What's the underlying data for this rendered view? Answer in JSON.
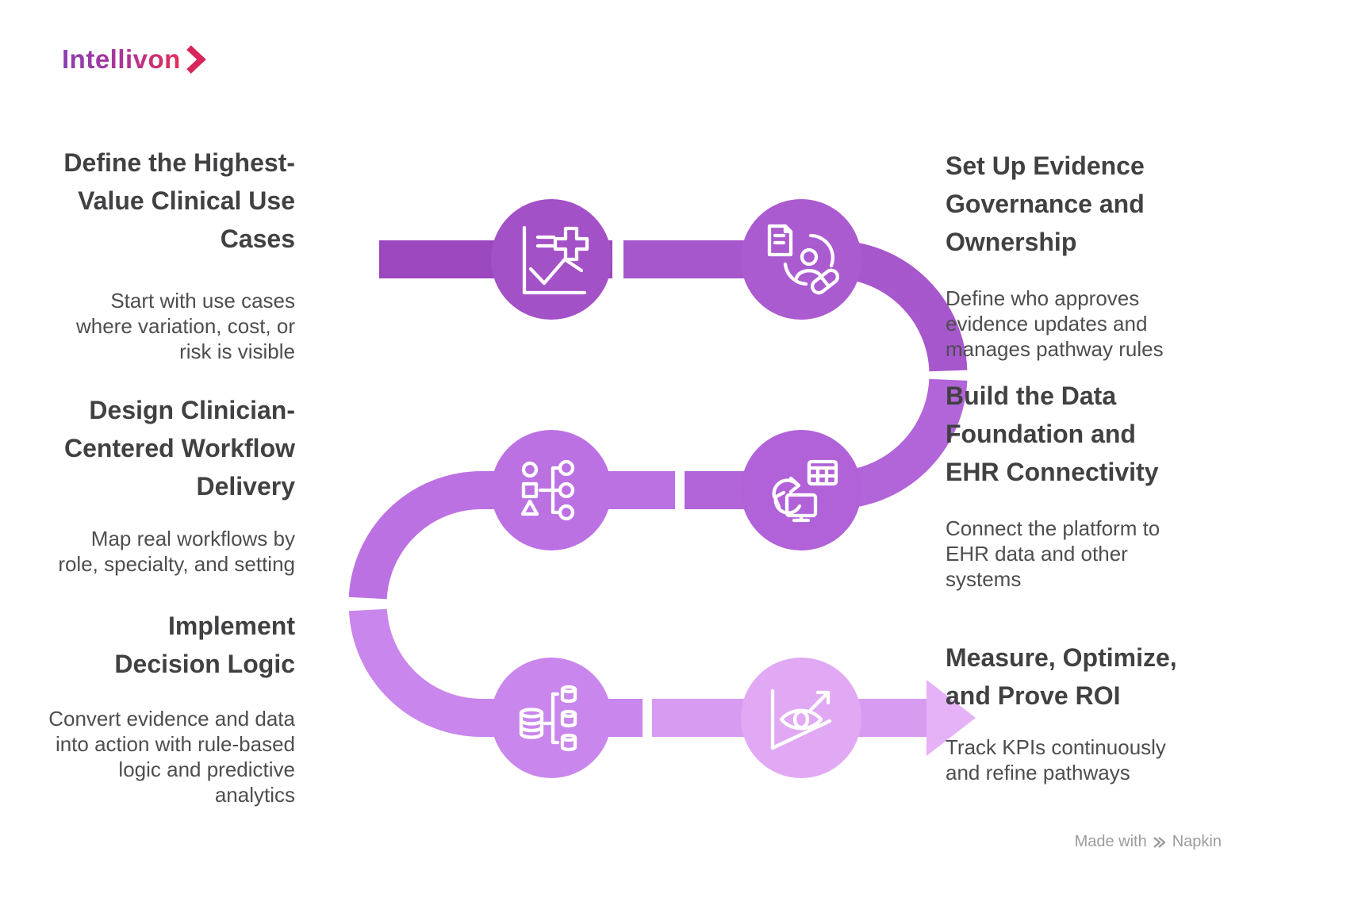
{
  "logo": {
    "text": "Intellivon"
  },
  "left_column": {
    "blocks": [
      {
        "heading_lines": [
          "Define the Highest-",
          "Value Clinical Use",
          "Cases"
        ],
        "body_lines": [
          "Start with use cases",
          "where variation, cost, or",
          "risk is visible"
        ]
      },
      {
        "heading_lines": [
          "Design Clinician-",
          "Centered Workflow",
          "Delivery"
        ],
        "body_lines": [
          "Map real workflows by",
          "role, specialty, and setting"
        ]
      },
      {
        "heading_lines": [
          "Implement",
          "Decision Logic"
        ],
        "body_lines": [
          "Convert evidence and data",
          "into action with rule-based",
          "logic and predictive",
          "analytics"
        ]
      }
    ]
  },
  "right_column": {
    "blocks": [
      {
        "heading_lines": [
          "Set Up Evidence",
          "Governance and",
          "Ownership"
        ],
        "body_lines": [
          "Define who approves",
          "evidence updates and",
          "manages pathway rules"
        ]
      },
      {
        "heading_lines": [
          "Build the Data",
          "Foundation and",
          "EHR Connectivity"
        ],
        "body_lines": [
          "Connect the platform to",
          "EHR data and other",
          "systems"
        ]
      },
      {
        "heading_lines": [
          "Measure, Optimize,",
          "and Prove ROI"
        ],
        "body_lines": [
          "Track KPIs continuously",
          "and refine pathways"
        ]
      }
    ]
  },
  "flow": {
    "steps": [
      {
        "icon": "chart-medical-plus-icon",
        "circle_color": "#A351C6",
        "path_color": "#9B47BE"
      },
      {
        "icon": "clinician-profile-pill-icon",
        "circle_color": "#AB5BD0",
        "path_color": "#A757CC"
      },
      {
        "icon": "data-sync-table-monitor-icon",
        "circle_color": "#B162D8",
        "path_color": "#B264D9"
      },
      {
        "icon": "workflow-shapes-branch-icon",
        "circle_color": "#BC71E3",
        "path_color": "#BC71E3"
      },
      {
        "icon": "database-branch-icon",
        "circle_color": "#C986EC",
        "path_color": "#C986EC"
      },
      {
        "icon": "eye-trend-arrow-icon",
        "circle_color": "#E1A9F4",
        "path_color": "#D79CEF",
        "arrow_color": "#E5B2F7"
      }
    ]
  },
  "footer": {
    "prefix": "Made with",
    "brand": "Napkin"
  },
  "colors": {
    "heading_text": "#414042",
    "body_text": "#4E4E50",
    "background": "#FFFFFF",
    "logo_gradient_start": "#8A3DB5",
    "logo_gradient_end": "#E62D54",
    "logo_chevron": "#D7265B",
    "watermark_text": "#9C9C9C"
  }
}
